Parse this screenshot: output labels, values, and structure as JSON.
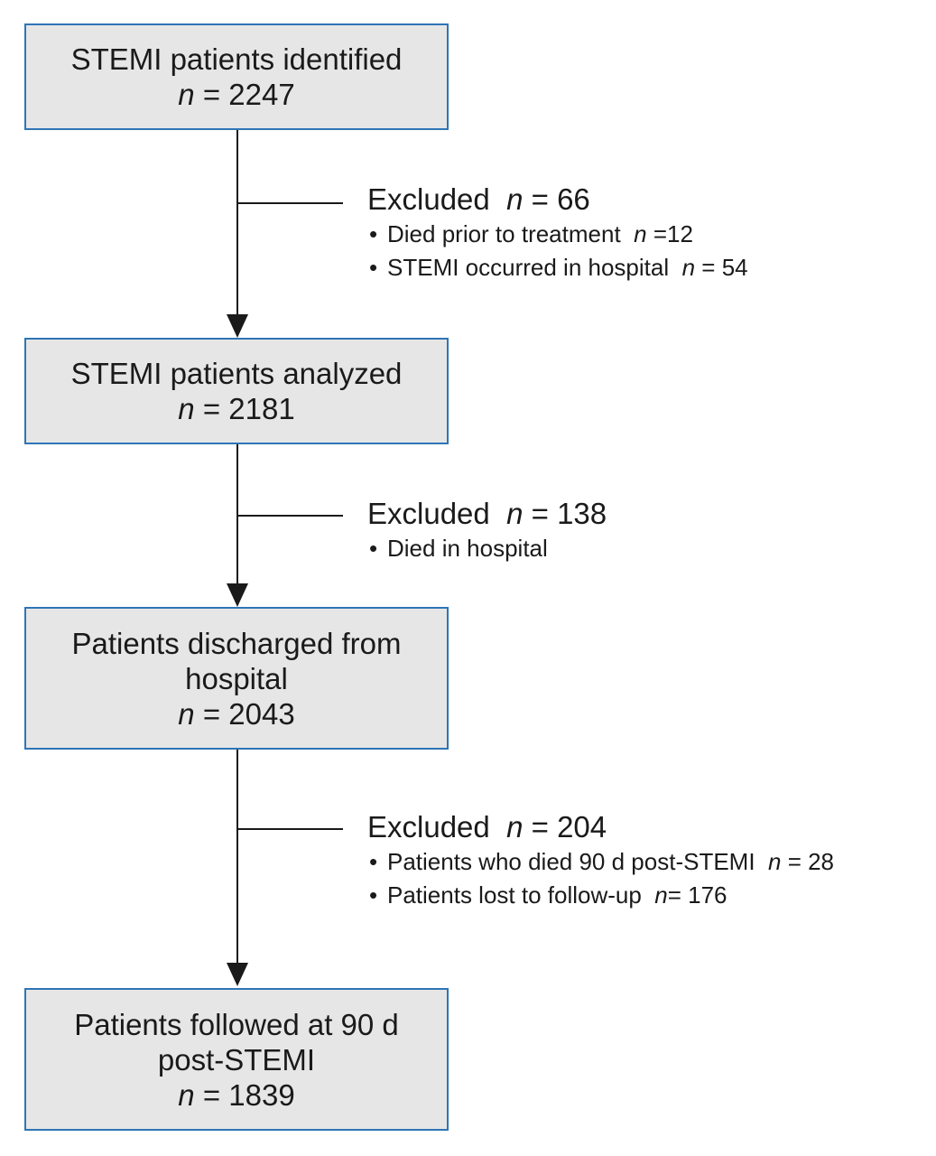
{
  "boxes": [
    {
      "lines": [
        "STEMI patients identified"
      ],
      "n": "2247"
    },
    {
      "lines": [
        "STEMI patients analyzed"
      ],
      "n": "2181"
    },
    {
      "lines": [
        "Patients discharged from",
        "hospital"
      ],
      "n": "2043"
    },
    {
      "lines": [
        "Patients followed at 90 d",
        "post-STEMI"
      ],
      "n": "1839"
    }
  ],
  "exclusions": [
    {
      "title_label": "Excluded",
      "title_n_text": " = 66",
      "items": [
        {
          "text": "Died prior to treatment",
          "n_text": " =12"
        },
        {
          "text": "STEMI occurred in hospital",
          "n_text": " = 54"
        }
      ]
    },
    {
      "title_label": "Excluded",
      "title_n_text": " = 138",
      "items": [
        {
          "text": "Died in hospital"
        }
      ]
    },
    {
      "title_label": "Excluded",
      "title_n_text": " = 204",
      "items": [
        {
          "text": "Patients who died 90 d post-STEMI",
          "n_text": " = 28"
        },
        {
          "text": "Patients lost to follow-up",
          "n_text": "= 176"
        }
      ]
    }
  ],
  "symbols": {
    "n": "n",
    "eq": " = ",
    "bullet": "•"
  }
}
